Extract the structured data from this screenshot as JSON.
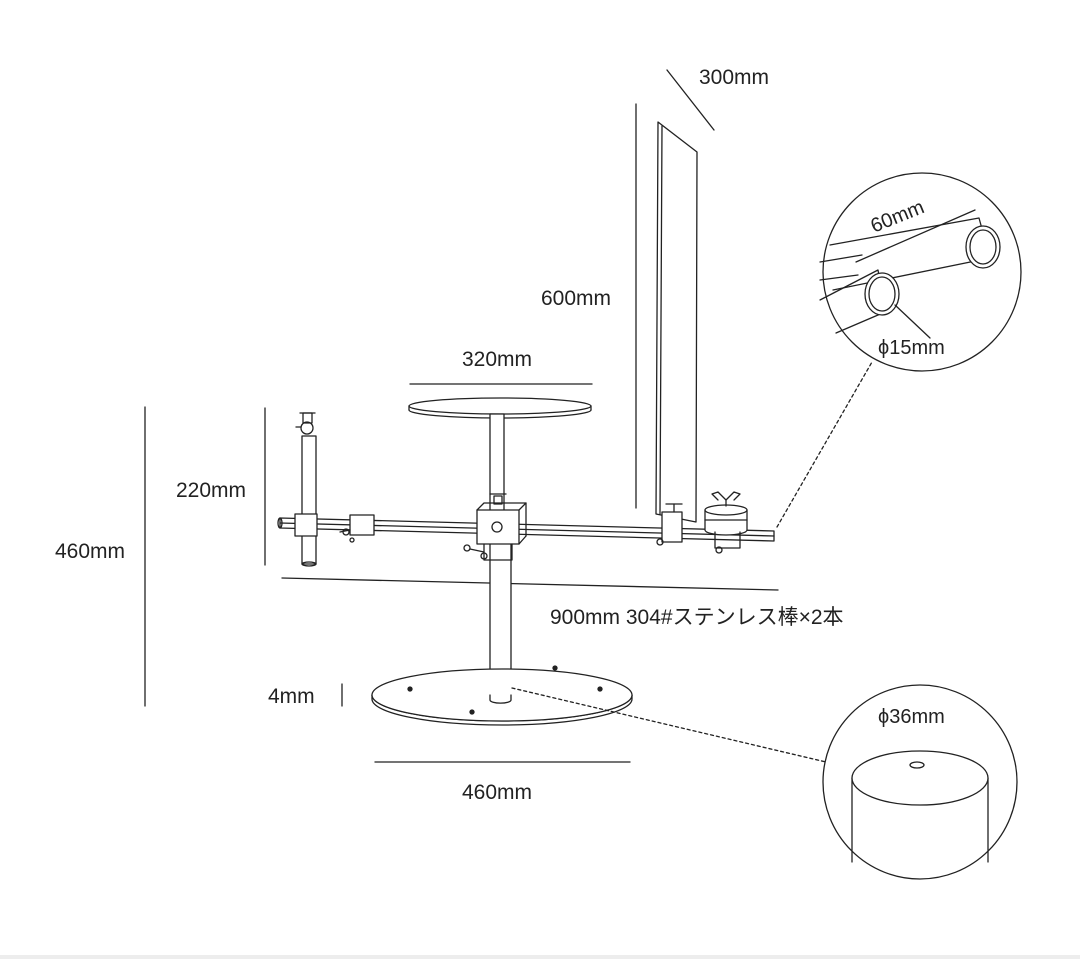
{
  "colors": {
    "line": "#222222",
    "fill": "#ffffff",
    "strip": "#ededed"
  },
  "dimensions": {
    "screen_depth": "300mm",
    "screen_height": "600mm",
    "table_diameter": "320mm",
    "arm_height": "220mm",
    "total_height": "460mm",
    "rod_spec": "900mm 304#ステンレス棒×2本",
    "base_thickness": "4mm",
    "base_diameter": "460mm"
  },
  "detail_rods": {
    "spacing": "60mm",
    "diameter": "ϕ15mm"
  },
  "detail_pole": {
    "diameter": "ϕ36mm"
  }
}
